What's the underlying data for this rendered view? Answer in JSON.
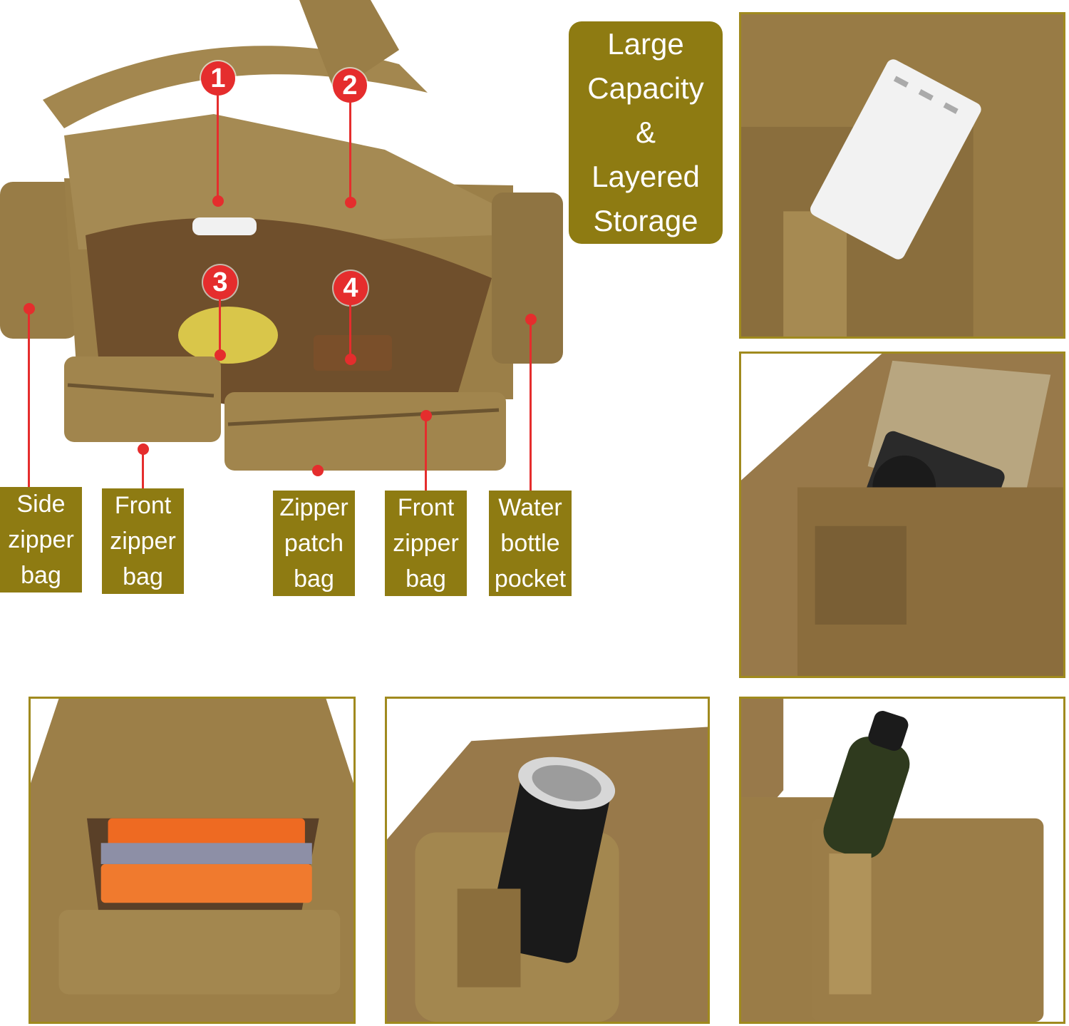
{
  "badge": {
    "lines": [
      "Large",
      "Capacity",
      "&",
      "Layered",
      "Storage"
    ]
  },
  "markers": [
    "1",
    "2",
    "3",
    "4"
  ],
  "labels": {
    "side_zipper_bag": [
      "Side",
      "zipper",
      "bag"
    ],
    "front_zipper_bag_left": [
      "Front",
      "zipper",
      "bag"
    ],
    "zipper_patch_bag": [
      "Zipper",
      "patch",
      "bag"
    ],
    "front_zipper_bag_right": [
      "Front",
      "zipper",
      "bag"
    ],
    "water_bottle_pocket": [
      "Water",
      "bottle",
      "pocket"
    ]
  },
  "colors": {
    "label_bg": "#8e7b12",
    "marker": "#e52d2d",
    "frame_border": "#a08a1e",
    "bag_fabric": "#9c7f4a"
  }
}
